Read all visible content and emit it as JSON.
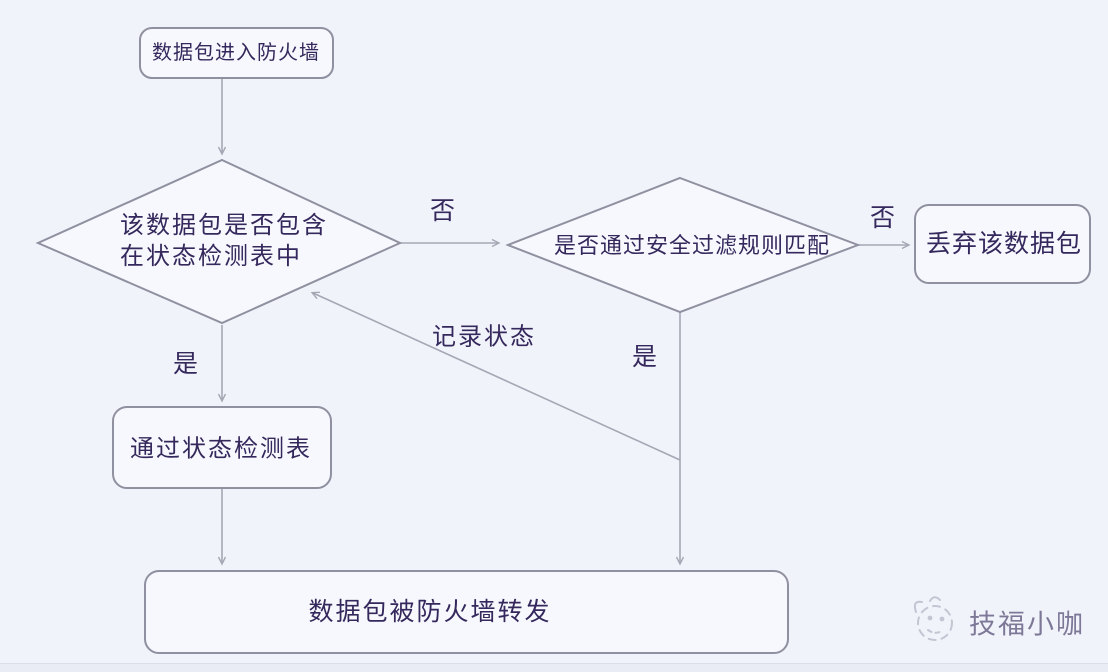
{
  "diagram_type": "flowchart",
  "colors": {
    "background": "#f1f3fa",
    "node_fill": "#f7f8fd",
    "node_border": "#8f90a0",
    "connector": "#a6a7b4",
    "text": "#35285c",
    "watermark_text": "#6a6388"
  },
  "nodes": {
    "start": {
      "shape": "rounded-rect",
      "label": "数据包进入防火墙"
    },
    "decision_state_table": {
      "shape": "diamond",
      "label_line1": "该数据包是否包含",
      "label_line2": "在状态检测表中"
    },
    "decision_filter_rule": {
      "shape": "diamond",
      "label": "是否通过安全过滤规则匹配"
    },
    "discard": {
      "shape": "rounded-rect",
      "label": "丢弃该数据包"
    },
    "pass_state_table": {
      "shape": "rounded-rect",
      "label": "通过状态检测表"
    },
    "forward": {
      "shape": "rounded-rect",
      "label": "数据包被防火墙转发"
    }
  },
  "edge_labels": {
    "state_table_no": "否",
    "state_table_yes": "是",
    "filter_rule_no": "否",
    "filter_rule_yes": "是",
    "record_state": "记录状态"
  },
  "watermark": {
    "text": "技福小咖",
    "icon": "sketch-cat-face-icon"
  }
}
